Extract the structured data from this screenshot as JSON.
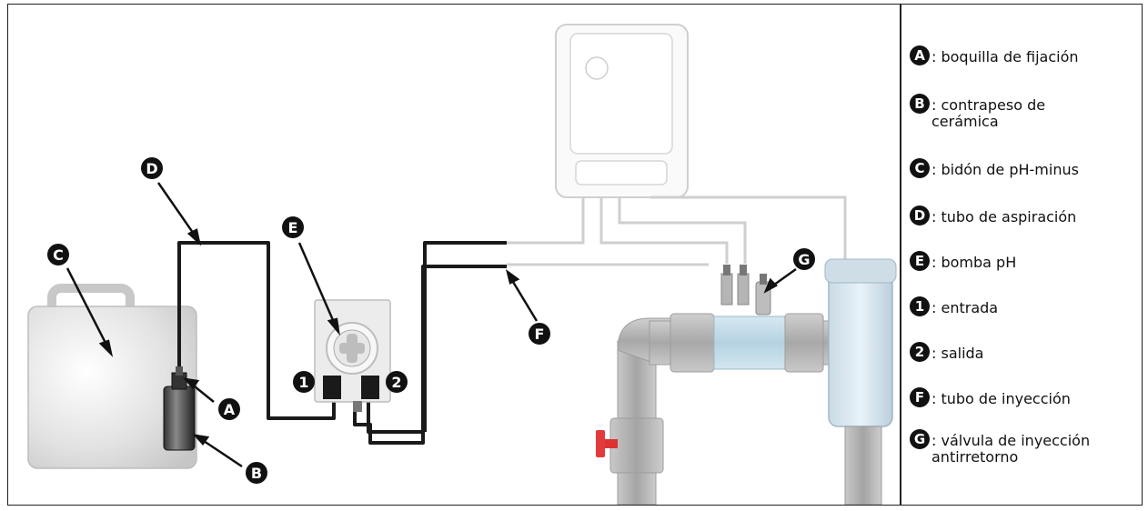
{
  "callouts": {
    "A": "A",
    "B": "B",
    "C": "C",
    "D": "D",
    "E": "E",
    "F": "F",
    "G": "G",
    "one": "1",
    "two": "2"
  },
  "legend": [
    {
      "badge": "A",
      "text": ": boquilla de fijación"
    },
    {
      "badge": "B",
      "text": ": contrapeso de cerámica"
    },
    {
      "badge": "C",
      "text": ": bidón de pH-minus"
    },
    {
      "badge": "D",
      "text": ": tubo de aspiración"
    },
    {
      "badge": "E",
      "text": ": bomba pH"
    },
    {
      "badge": "1",
      "text": ": entrada"
    },
    {
      "badge": "2",
      "text": ": salida"
    },
    {
      "badge": "F",
      "text": ": tubo de inyección"
    },
    {
      "badge": "G",
      "text": ": válvula de inyección antirretorno"
    }
  ],
  "colors": {
    "tube_dark": "#1a1a1a",
    "tube_light": "#cfcfcf",
    "pipe_gray": "#b9b9b9",
    "valve_red": "#e23b3b"
  }
}
